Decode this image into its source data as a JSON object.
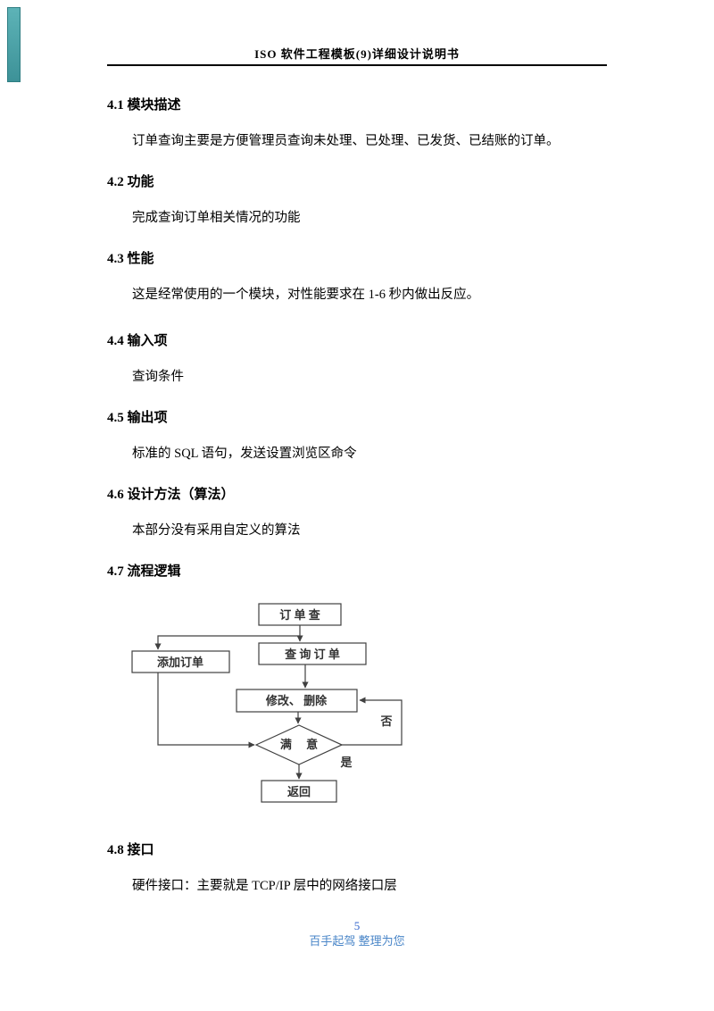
{
  "page": {
    "header_title": "ISO 软件工程模板(9)详细设计说明书",
    "footer_page_number": "5",
    "footer_credit": "百手起驾  整理为您",
    "accent_color": "#45a3a8",
    "footer_color": "#3366cc"
  },
  "sections": [
    {
      "heading": "4.1 模块描述",
      "body": "订单查询主要是方便管理员查询未处理、已处理、已发货、已结账的订单。"
    },
    {
      "heading": "4.2 功能",
      "body": "完成查询订单相关情况的功能"
    },
    {
      "heading": "4.3 性能",
      "body": "这是经常使用的一个模块，对性能要求在 1-6 秒内做出反应。"
    },
    {
      "heading": "4.4 输入项",
      "body": "查询条件"
    },
    {
      "heading": "4.5 输出项",
      "body": "标准的 SQL 语句，发送设置浏览区命令"
    },
    {
      "heading": "4.6 设计方法（算法）",
      "body": "本部分没有采用自定义的算法"
    },
    {
      "heading": "4.7 流程逻辑",
      "body": ""
    },
    {
      "heading": "4.8 接口",
      "body": "硬件接口：主要就是 TCP/IP 层中的网络接口层"
    }
  ],
  "flowchart": {
    "node_order_query": "订 单 查",
    "node_query_order": "查 询 订 单",
    "node_add_order": "添加订单",
    "node_modify_delete": "修改、 删除",
    "node_satisfied": "满　 意",
    "node_return": "返回",
    "label_yes": "是",
    "label_no": "否"
  }
}
